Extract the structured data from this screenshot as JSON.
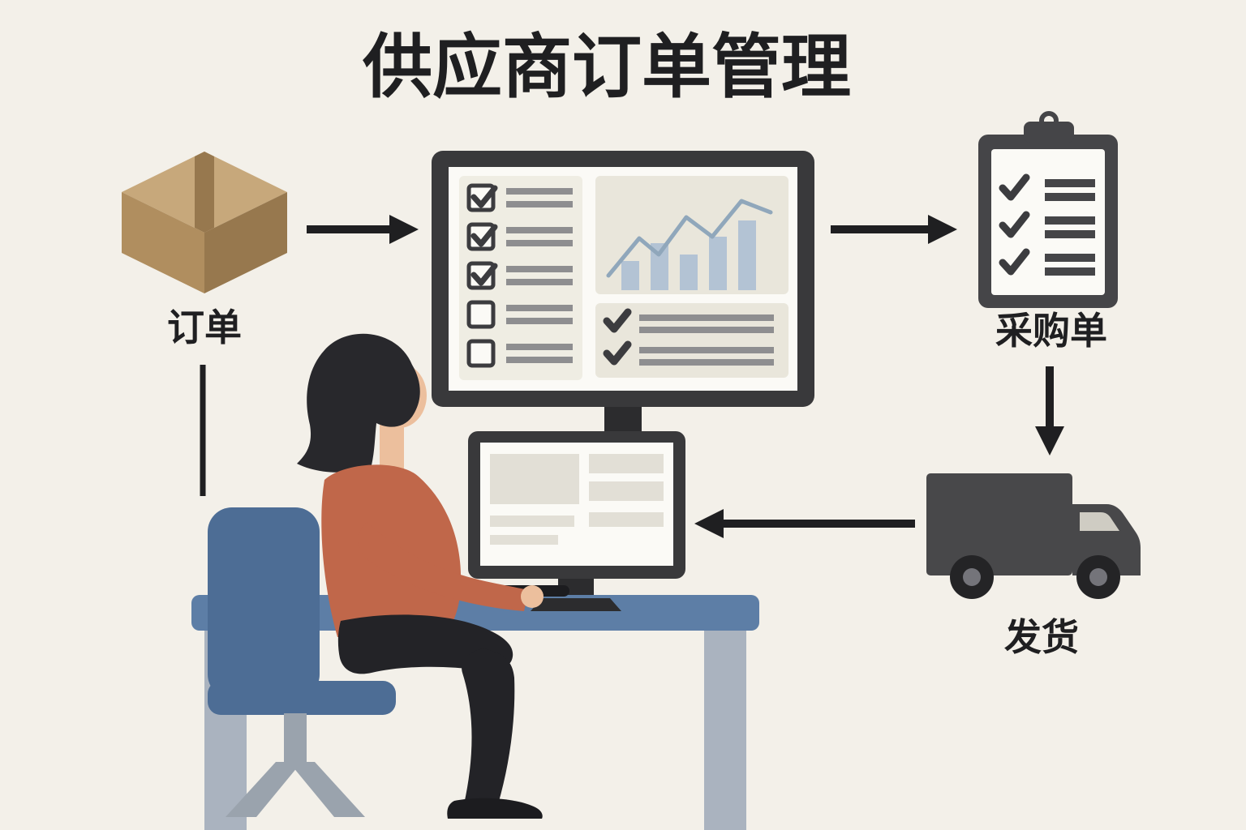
{
  "title": "供应商订单管理",
  "flow": {
    "order_label": "订单",
    "purchase_order_label": "采购单",
    "shipping_label": "发货"
  },
  "icons": {
    "order": "package-box-icon",
    "process": "desktop-dashboard-icon",
    "purchase_order": "clipboard-checklist-icon",
    "shipping": "delivery-truck-icon"
  },
  "colors": {
    "bg": "#f3f0e9",
    "ink": "#1f1f21",
    "box_light": "#c7a87b",
    "box_mid": "#b08e5f",
    "box_dark": "#97784e",
    "frame": "#39393b",
    "neck": "#2c2c2e",
    "screen": "#fbfaf6",
    "card": "#efede3",
    "card2": "#e9e6db",
    "block": "#e2dfd6",
    "gray_line": "#8e8e90",
    "check": "#3c3c3f",
    "chart_bar": "#b3c3d4",
    "chart_line": "#90a7bb",
    "clip": "#454548",
    "truck": "#48484a",
    "wheel": "#242426",
    "hub": "#74747a",
    "window": "#cfccc3",
    "desk": "#5d7ea6",
    "desk_leg": "#aab3bf",
    "chair": "#4d6d95",
    "chair_leg": "#9aa3ad",
    "shirt": "#c0674a",
    "skin": "#ecbf9d",
    "hair": "#28282c",
    "pants": "#232327",
    "shoe": "#1c1c1f"
  }
}
